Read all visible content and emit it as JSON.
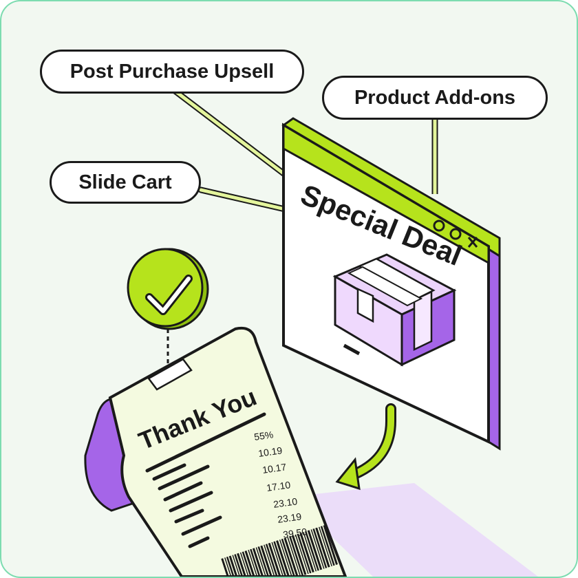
{
  "labels": {
    "post_purchase_upsell": "Post Purchase Upsell",
    "product_add_ons": "Product Add-ons",
    "slide_cart": "Slide Cart"
  },
  "deal_window": {
    "title": "Special Deal",
    "window_controls": [
      "o",
      "o",
      "x"
    ]
  },
  "receipt": {
    "title": "Thank You",
    "amounts": [
      "55%",
      "10.19",
      "10.17",
      "17.10",
      "23.10",
      "23.19",
      "39.50"
    ]
  },
  "icons": {
    "check": "checkmark-badge-icon",
    "gift": "gift-box-icon",
    "arrow": "curved-arrow-icon",
    "barcode": "barcode-icon"
  },
  "colors": {
    "accent_lime": "#b6e31c",
    "accent_purple": "#a565e8",
    "background": "#f2f8f1",
    "outline": "#1a1a1a",
    "frame_border": "#7ddcb0"
  }
}
